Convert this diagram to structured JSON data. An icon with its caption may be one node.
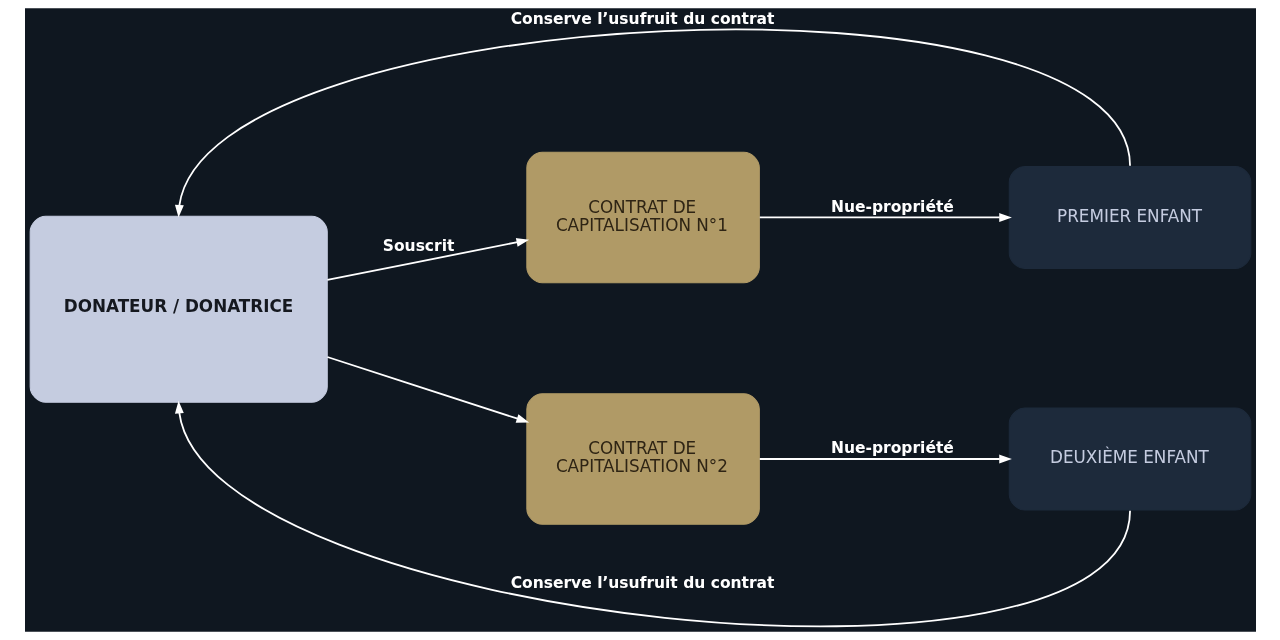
{
  "diagram": {
    "nodes": [
      {
        "text": [
          "DONATEUR / DONATRICE"
        ]
      },
      {
        "text": [
          "CONTRAT DE CAPITALISATION N°1"
        ]
      },
      {
        "text": [
          "CONTRAT DE CAPITALISATION N°2"
        ]
      },
      {
        "text": [
          "PREMIER ENFANT"
        ]
      },
      {
        "text": [
          "DEUXIÈME ENFANT"
        ]
      }
    ],
    "edges": [
      {
        "from": 0,
        "to": 1,
        "arrow": "to",
        "label": "Souscrit"
      },
      {
        "from": 0,
        "to": 2,
        "arrow": "to"
      },
      {
        "from": 1,
        "to": 3,
        "arrow": "to",
        "label": "Nue-propriété"
      },
      {
        "from": 2,
        "to": 4,
        "arrow": "to",
        "label": "Nue-propriété"
      },
      {
        "from": 3,
        "to": 0,
        "arrow": "to",
        "label": "Conserve l’usufruit du contrat"
      },
      {
        "from": 4,
        "to": 0,
        "arrow": "to",
        "label": "Conserve l’usufruit du contrat"
      }
    ]
  }
}
